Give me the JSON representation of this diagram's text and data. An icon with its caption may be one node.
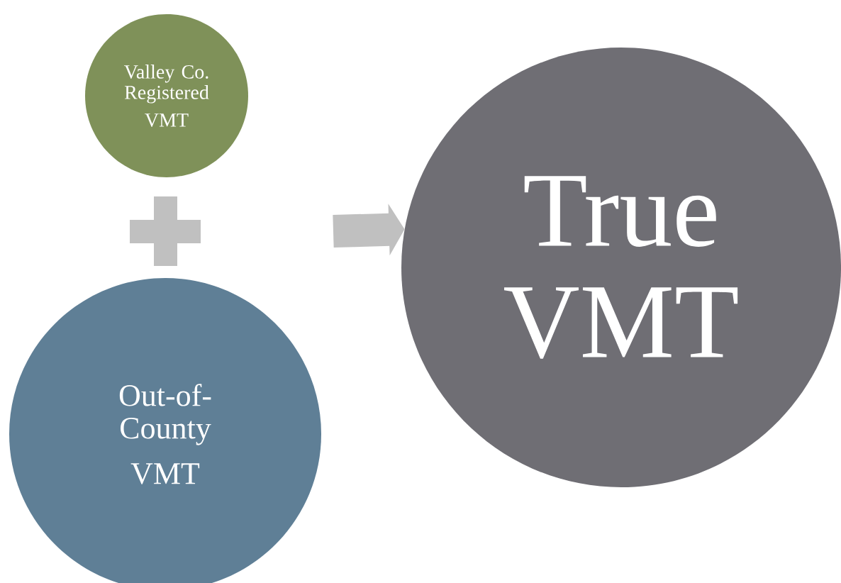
{
  "diagram": {
    "nodes": [
      {
        "text": [
          "Valley Co. Registered",
          "VMT"
        ]
      },
      {
        "text": [
          "Out-of- County",
          "VMT"
        ]
      },
      {
        "text": [
          "True VMT"
        ]
      }
    ],
    "edges": [
      {
        "from": null,
        "to": 2,
        "arrow": "to"
      }
    ]
  }
}
